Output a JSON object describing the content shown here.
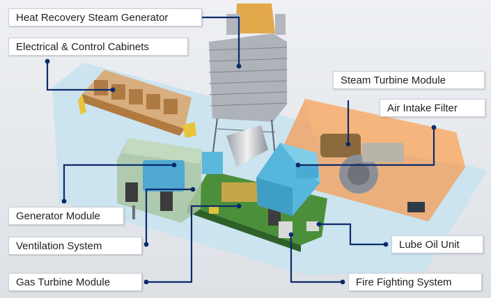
{
  "labels": {
    "hrsg": "Heat Recovery Steam Generator",
    "ecc": "Electrical & Control Cabinets",
    "stm": "Steam Turbine Module",
    "aif": "Air Intake Filter",
    "gen": "Generator Module",
    "vent": "Ventilation System",
    "gtm": "Gas Turbine Module",
    "lube": "Lube Oil Unit",
    "fire": "Fire Fighting System"
  },
  "colors": {
    "background": "#e6e9ed",
    "floor": "#c9e3ef",
    "leader": "#0b2a6b",
    "electrical": "#e8a860",
    "steam_turbine": "#f0a060",
    "generator": "#a8c8a4",
    "gas_turbine": "#8ab868",
    "module_blue": "#5bb8dc",
    "hrsg": "#c8c8cc"
  }
}
